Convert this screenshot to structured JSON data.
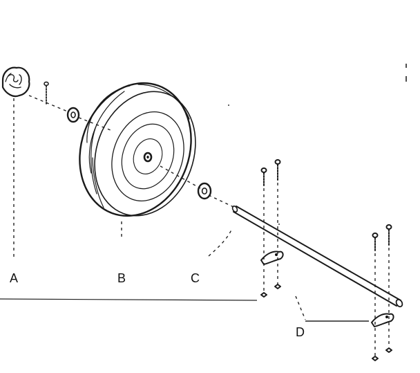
{
  "diagram": {
    "labels": {
      "a": "A",
      "b": "B",
      "c": "C",
      "d": "D"
    }
  }
}
